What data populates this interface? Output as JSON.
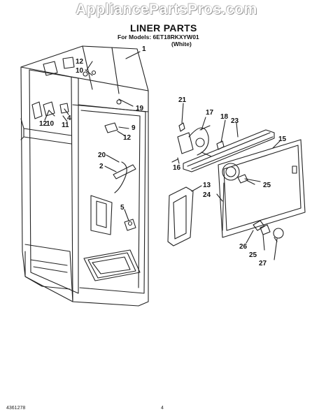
{
  "header": {
    "watermark": "AppliancePartsPros.com",
    "title": "LINER PARTS",
    "models_line": "For Models: 6ET18RKXYW01",
    "color_line": "(White)"
  },
  "footer": {
    "doc_number": "4361278",
    "page_number": "4"
  },
  "callouts": [
    "1",
    "12",
    "10",
    "19",
    "12",
    "10",
    "4",
    "11",
    "9",
    "12",
    "20",
    "2",
    "5",
    "21",
    "17",
    "18",
    "23",
    "15",
    "16",
    "13",
    "24",
    "25",
    "26",
    "25",
    "27"
  ]
}
